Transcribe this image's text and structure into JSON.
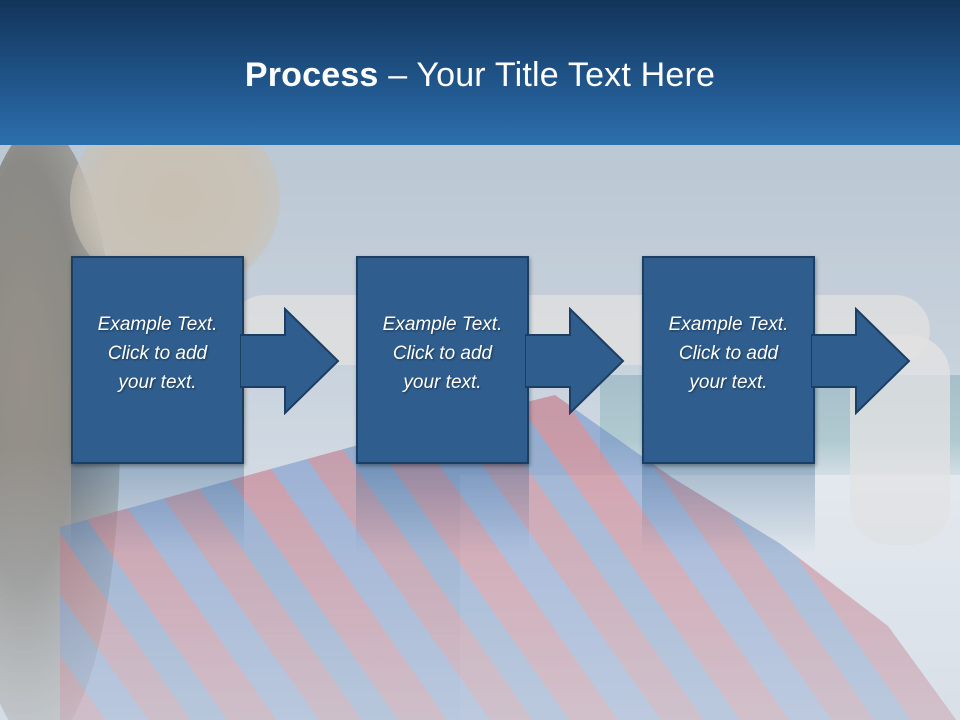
{
  "slide": {
    "title_bold": "Process",
    "title_rest": " – Your Title Text Here",
    "steps": [
      {
        "line1": "Example Text.",
        "line2": "Click  to add",
        "line3": "your text."
      },
      {
        "line1": "Example Text.",
        "line2": "Click  to add",
        "line3": "your text."
      },
      {
        "line1": "Example Text.",
        "line2": "Click  to add",
        "line3": "your text."
      }
    ]
  },
  "colors": {
    "title_bar_top": "#12345a",
    "title_bar_bottom": "#2c6fad",
    "step_fill": "#2f5e8e",
    "step_border": "#1c3e63",
    "text": "#ffffff"
  },
  "icons": [
    "right-arrow-icon",
    "right-arrow-icon",
    "right-arrow-icon"
  ]
}
